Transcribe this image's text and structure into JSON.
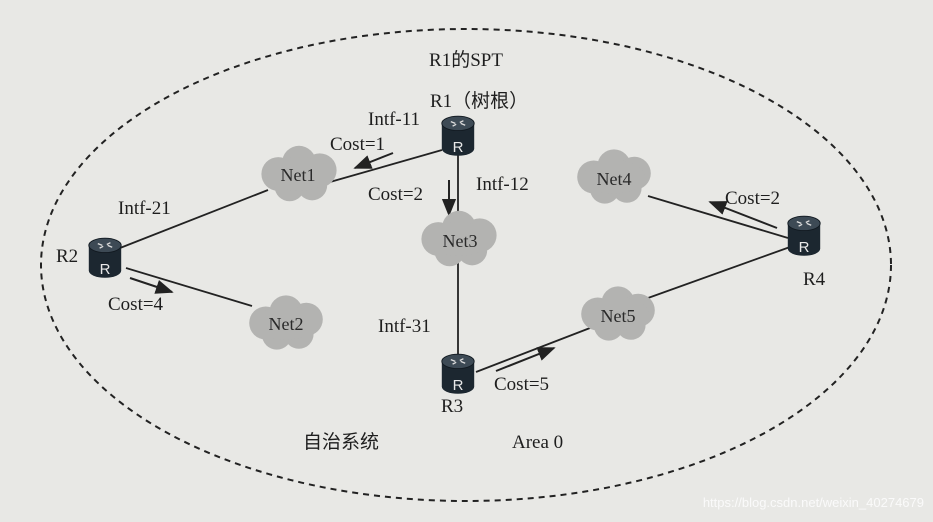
{
  "title": "R1的SPT",
  "root_label": "R1（树根）",
  "boundary_label": "自治系统",
  "area_label": "Area 0",
  "routers": {
    "r1": "R",
    "r2": "R",
    "r3": "R",
    "r4": "R",
    "r2_name": "R2",
    "r3_name": "R3",
    "r4_name": "R4"
  },
  "networks": {
    "net1": "Net1",
    "net2": "Net2",
    "net3": "Net3",
    "net4": "Net4",
    "net5": "Net5"
  },
  "interfaces": {
    "intf11": "Intf-11",
    "intf12": "Intf-12",
    "intf21": "Intf-21",
    "intf31": "Intf-31"
  },
  "costs": {
    "r1_net1": "Cost=1",
    "r1_net3": "Cost=2",
    "r2_net2": "Cost=4",
    "r3_net5": "Cost=5",
    "r4_net4": "Cost=2"
  },
  "watermark": "https://blog.csdn.net/weixin_40274679"
}
